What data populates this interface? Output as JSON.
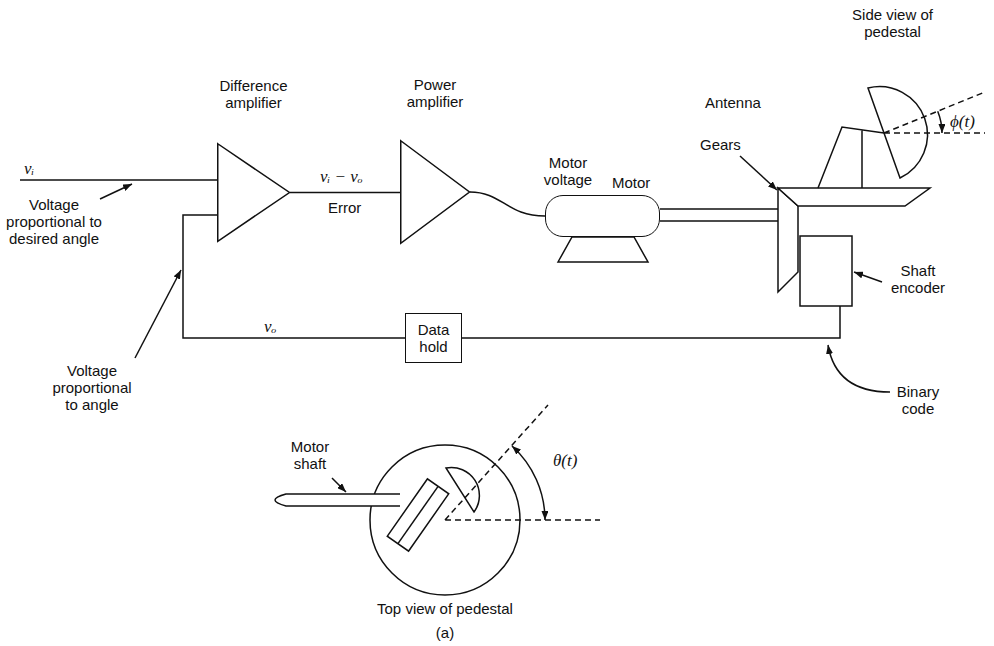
{
  "diagram": {
    "nodes": [
      {
        "text": [
          "Difference amplifier"
        ]
      },
      {
        "text": [
          "Power amplifier"
        ]
      },
      {
        "text": [
          "Motor"
        ]
      },
      {
        "text": [
          "Data hold"
        ]
      }
    ],
    "edges": [
      {
        "from": 0,
        "to": 1,
        "arrow": "none",
        "label": "vᵢ − vₒ"
      },
      {
        "from": 1,
        "to": 2,
        "arrow": "none",
        "label": "Motor voltage"
      },
      {
        "from": 3,
        "to": 0,
        "arrow": "none",
        "label": "vₒ"
      }
    ],
    "labels": [
      "vᵢ",
      "Voltage proportional to desired angle",
      "Voltage proportional to angle",
      "Error",
      "Side view of pedestal",
      "Antenna",
      "ϕ(t)",
      "Gears",
      "Shaft encoder",
      "Binary code",
      "Motor shaft",
      "θ(t)",
      "Top view of pedestal",
      "(a)"
    ]
  }
}
